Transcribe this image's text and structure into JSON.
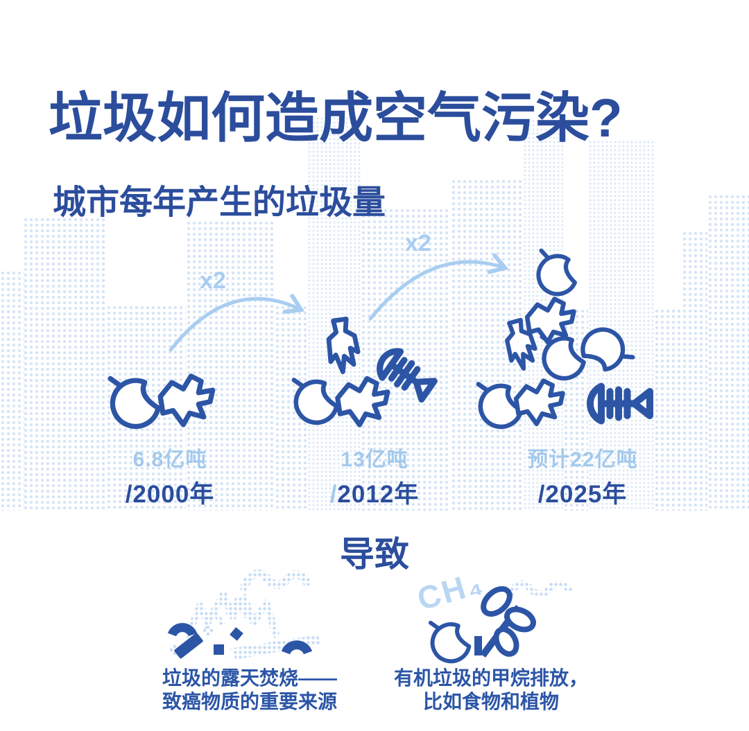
{
  "title": "垃圾如何造成空气污染?",
  "subtitle": "城市每年产生的垃圾量",
  "colors": {
    "dark_navy": "#2b4d9c",
    "icon_blue": "#2d55a6",
    "light_blue_text": "#a3c9ec",
    "arrow_blue": "#a9cdf0",
    "halftone_dot": "#d5e4f6"
  },
  "growth": {
    "multipliers": [
      "x2",
      "x2"
    ],
    "stages": [
      {
        "amount": "6.8亿吨",
        "slash": "/",
        "year": "2000年"
      },
      {
        "amount": "13亿吨",
        "slash": "/",
        "year": "2012年"
      },
      {
        "amount": "预计22亿吨",
        "slash": "/",
        "year": "2025年"
      }
    ]
  },
  "consequence": {
    "heading": "导致",
    "methane_label": "CH₄",
    "items": [
      {
        "line1": "垃圾的露天焚烧——",
        "line2": "致癌物质的重要来源"
      },
      {
        "line1": "有机垃圾的甲烷排放，",
        "line2": "比如食物和植物"
      }
    ]
  },
  "icons": {
    "trash_types": [
      "apple-core",
      "crushed-bottle",
      "broken-bottle",
      "fish-bone"
    ],
    "left_scene": [
      "smoke-icon",
      "flame-icon",
      "debris-icons"
    ],
    "right_scene": [
      "methane-wave-icon",
      "apple-core-icon",
      "sprout-icon"
    ]
  },
  "chart_data": {
    "type": "bar",
    "subtype": "pictogram",
    "title": "城市每年产生的垃圾量",
    "categories": [
      "2000年",
      "2012年",
      "2025年"
    ],
    "values": [
      6.8,
      13,
      22
    ],
    "unit": "亿吨",
    "value_labels": [
      "6.8亿吨",
      "13亿吨",
      "预计22亿吨"
    ],
    "annotations": [
      "x2",
      "x2"
    ],
    "legend_position": "none",
    "grid": false
  }
}
